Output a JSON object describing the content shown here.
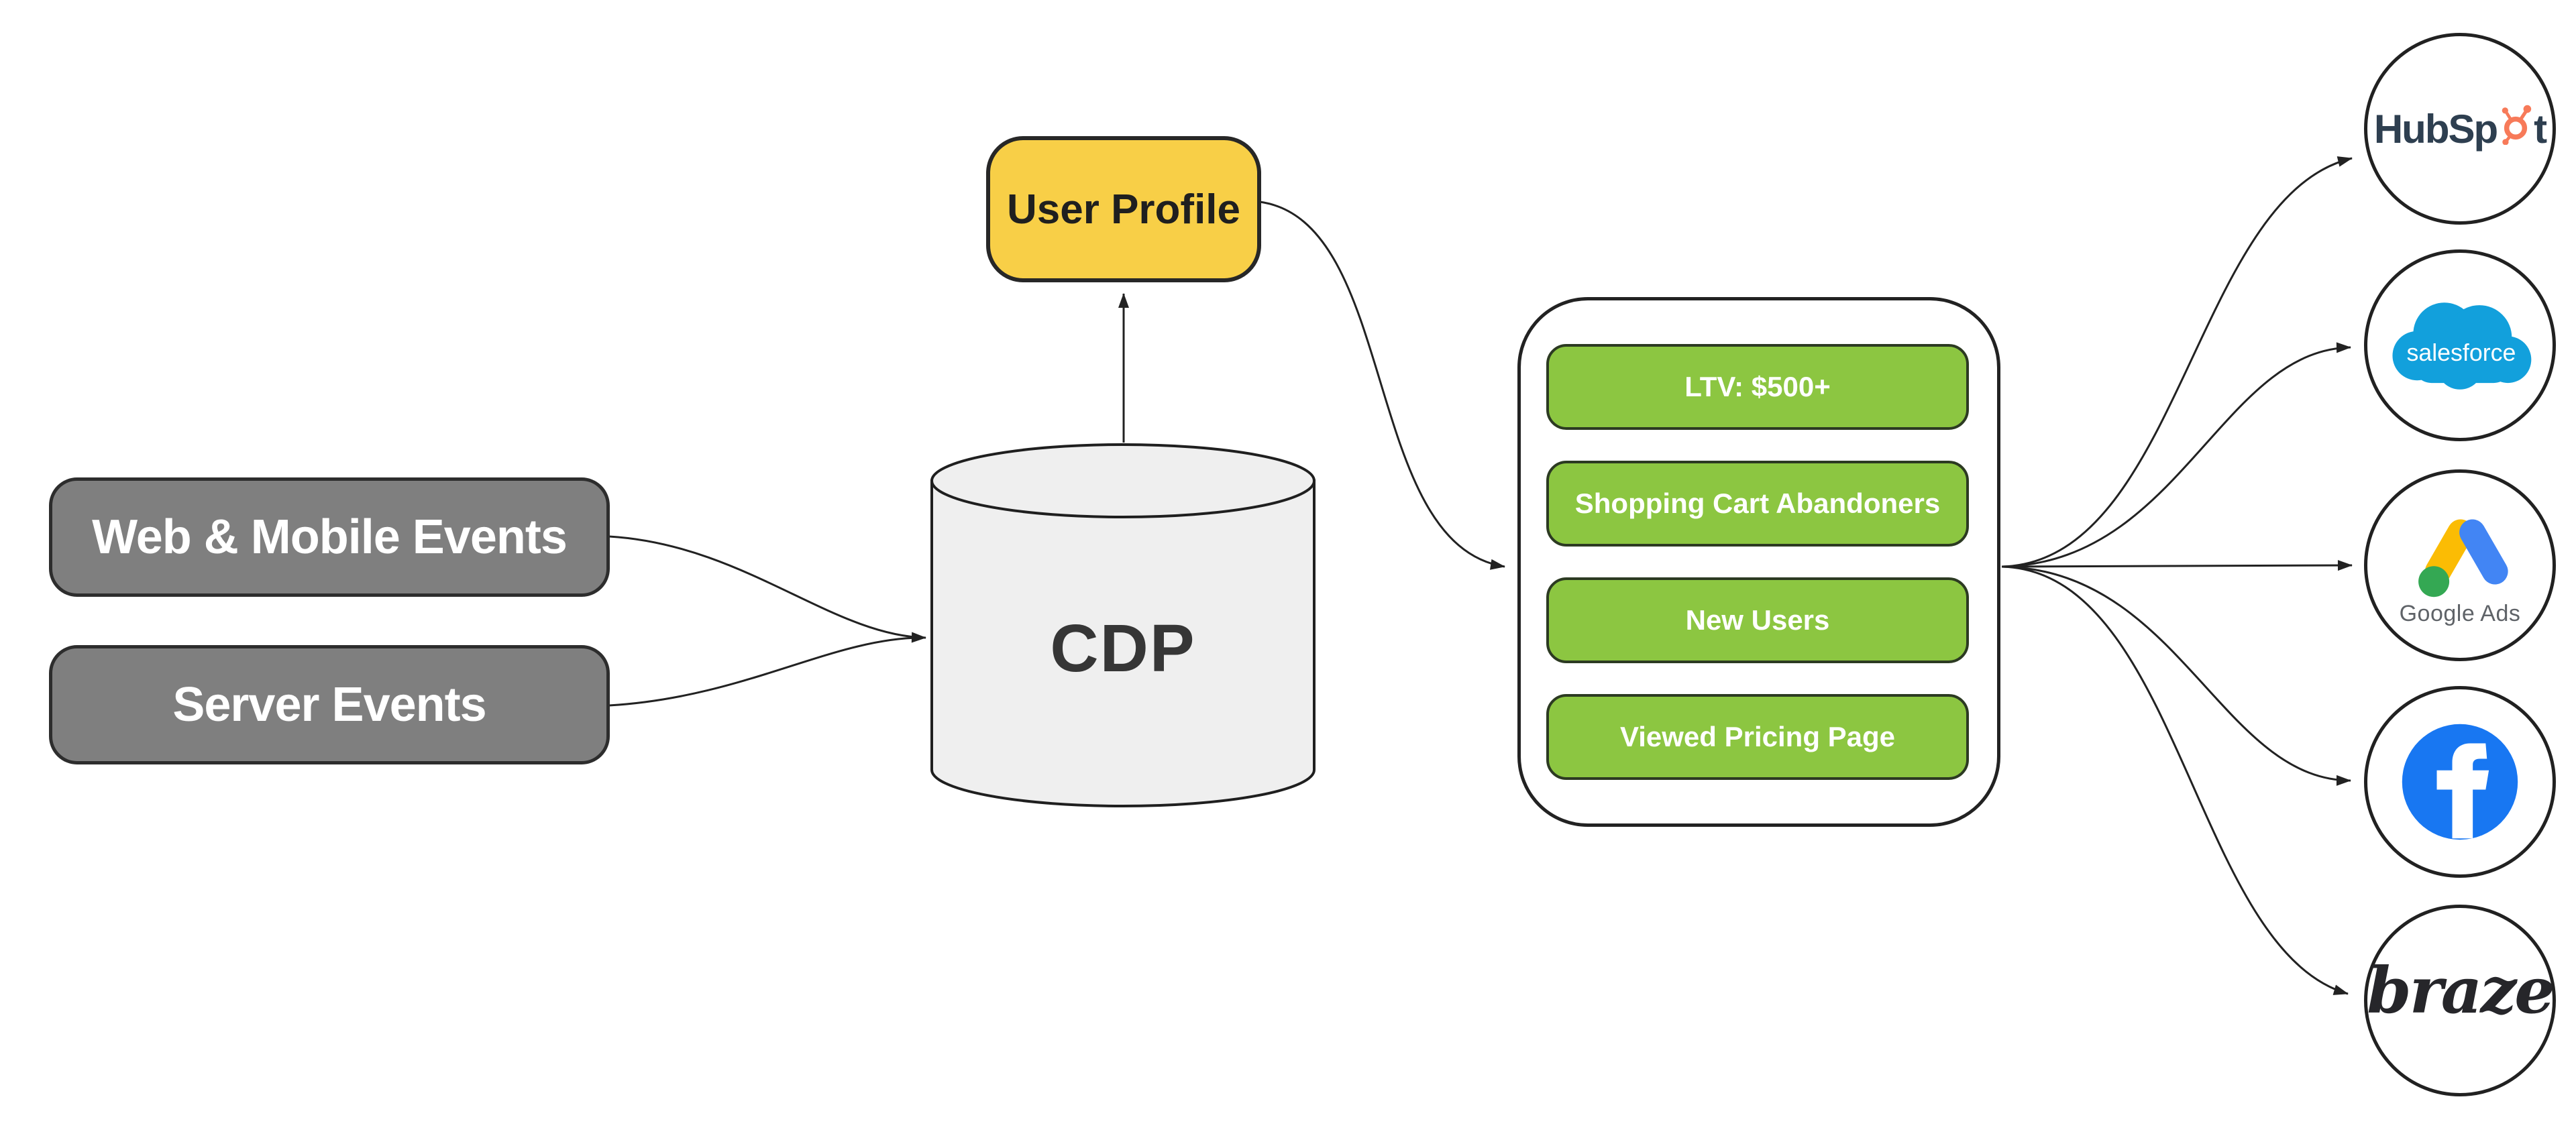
{
  "colors": {
    "ink": "#222222",
    "gray_box": "#7f7f7f",
    "gray_border": "#2d2d2d",
    "yellow": "#f8cf47",
    "green": "#8cc641",
    "cylinder_fill": "#efefef",
    "hubspot_navy": "#2e3f50",
    "hubspot_orange": "#f77a59",
    "salesforce_blue": "#12a0dc",
    "google_blue": "#4285f4",
    "google_yellow": "#fbbc04",
    "google_green": "#34a853",
    "google_text": "#5f6368",
    "facebook_blue": "#1877f2",
    "braze_ink": "#26262a"
  },
  "nodes": {
    "sources": [
      {
        "label": "Web & Mobile Events"
      },
      {
        "label": "Server Events"
      }
    ],
    "cdp": {
      "label": "CDP"
    },
    "user_profile": {
      "label": "User Profile"
    },
    "segments": {
      "items": [
        "LTV: $500+",
        "Shopping Cart Abandoners",
        "New Users",
        "Viewed Pricing Page"
      ]
    },
    "destinations": {
      "hubspot": {
        "text_before": "HubSp",
        "text_after": "t"
      },
      "salesforce": {
        "label": "salesforce"
      },
      "google_ads": {
        "label": "Google Ads"
      },
      "facebook": {
        "glyph": "f"
      },
      "braze": {
        "label": "braze"
      }
    }
  }
}
